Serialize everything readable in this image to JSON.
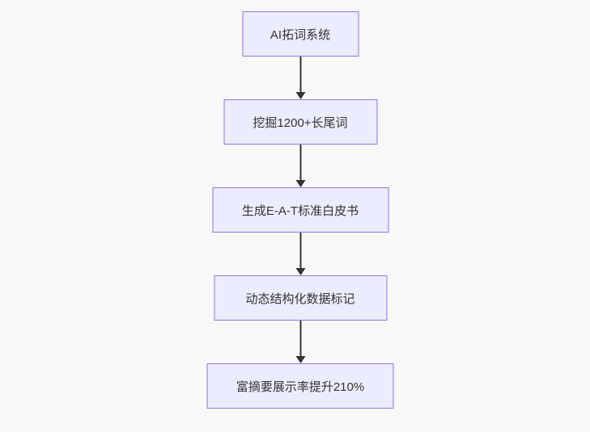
{
  "canvas": {
    "background_color": "#f8f8f8"
  },
  "flowchart": {
    "type": "flowchart",
    "direction": "top-down",
    "node_fill_color": "#ececff",
    "node_border_color": "#9370db",
    "node_text_color": "#333333",
    "edge_color": "#333333",
    "nodes": [
      {
        "label": "AI拓词系统"
      },
      {
        "label": "挖掘1200+长尾词"
      },
      {
        "label": "生成E-A-T标准白皮书"
      },
      {
        "label": "动态结构化数据标记"
      },
      {
        "label": "富摘要展示率提升210%"
      }
    ],
    "edges": [
      {
        "from": "AI拓词系统",
        "to": "挖掘1200+长尾词"
      },
      {
        "from": "挖掘1200+长尾词",
        "to": "生成E-A-T标准白皮书"
      },
      {
        "from": "生成E-A-T标准白皮书",
        "to": "动态结构化数据标记"
      },
      {
        "from": "动态结构化数据标记",
        "to": "富摘要展示率提升210%"
      }
    ]
  }
}
